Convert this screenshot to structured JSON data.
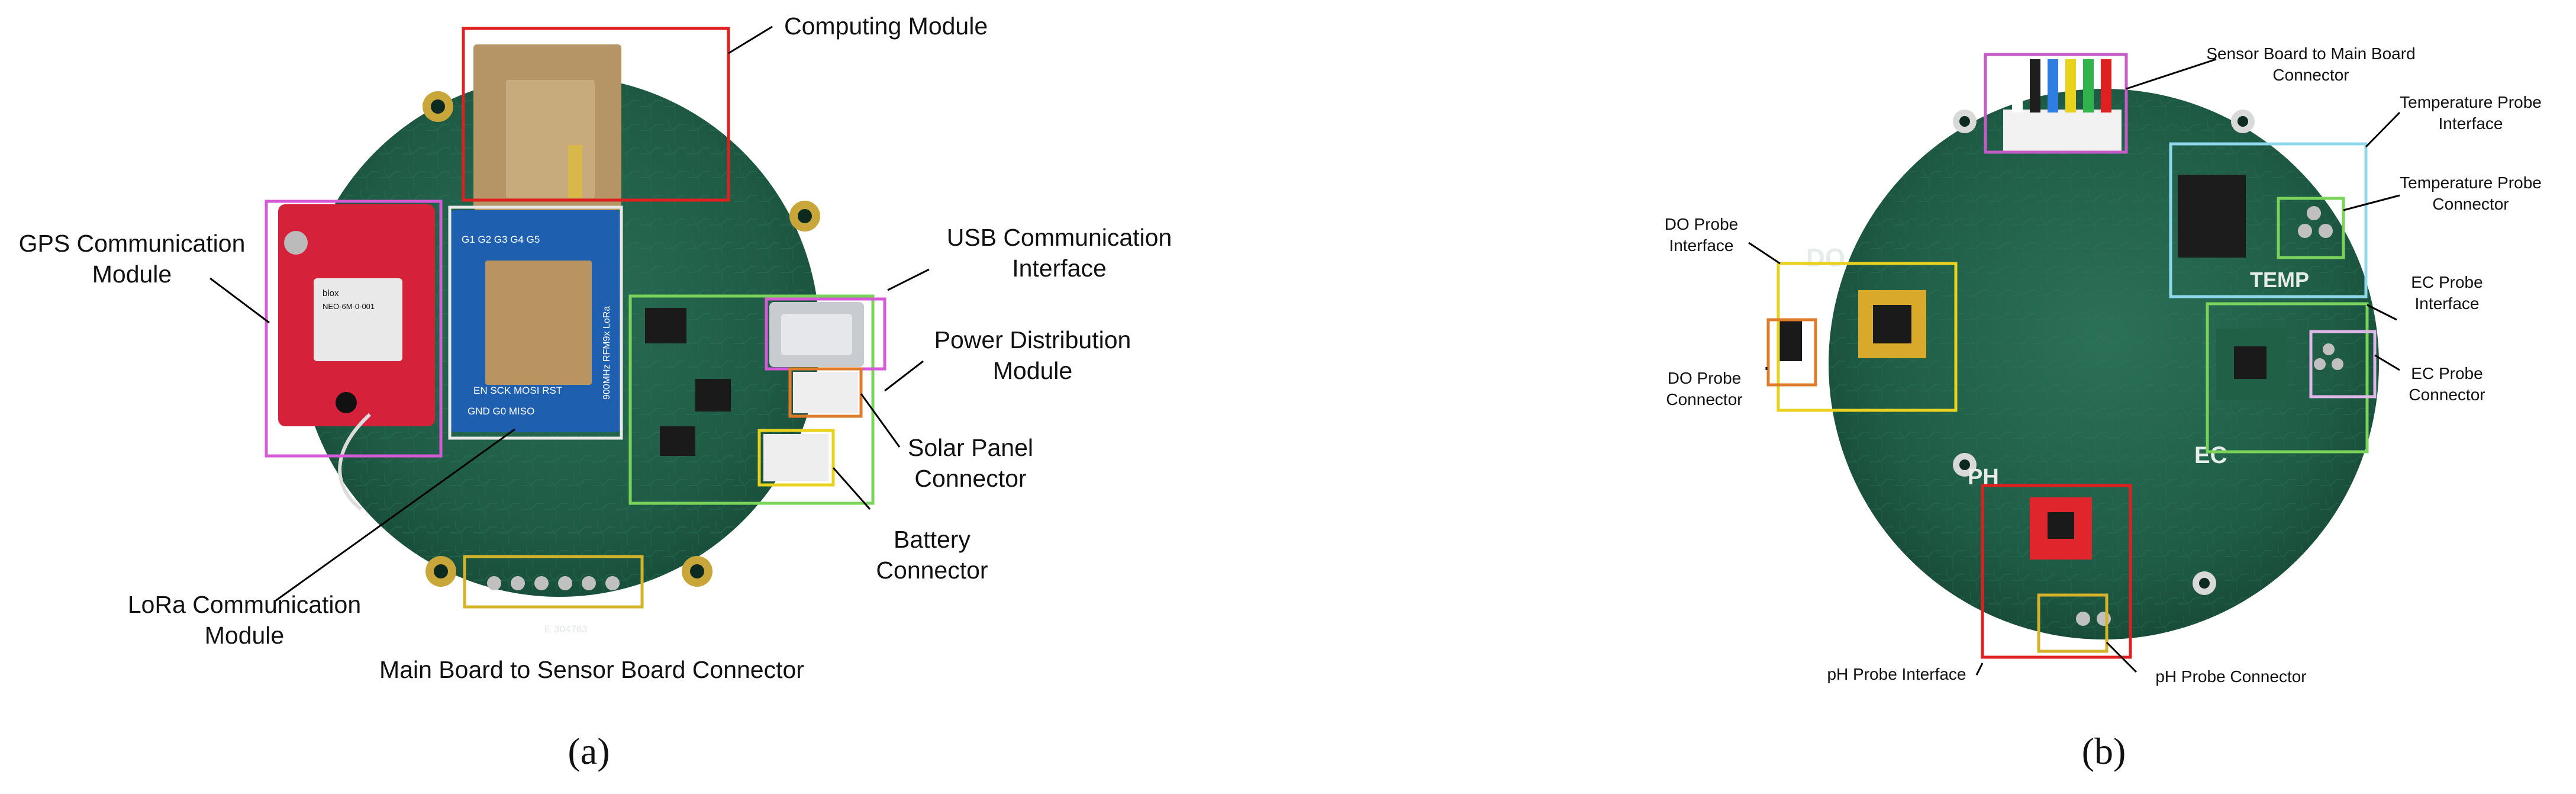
{
  "panels": {
    "a": {
      "tag": "(a)",
      "labels": {
        "computing": "Computing Module",
        "gps_l1": "GPS Communication",
        "gps_l2": "Module",
        "usb_l1": "USB Communication",
        "usb_l2": "Interface",
        "power_l1": "Power Distribution",
        "power_l2": "Module",
        "solar_l1": "Solar Panel",
        "solar_l2": "Connector",
        "battery_l1": "Battery",
        "battery_l2": "Connector",
        "lora_l1": "LoRa  Communication",
        "lora_l2": "Module",
        "main_to_sensor": "Main Board to Sensor Board Connector"
      },
      "board_prints": {
        "lora_module": "900MHz RFM9x LoRa",
        "lora_pins_top": "G1 G2 G3 G4 G5",
        "lora_pins_mid": "EN  SCK  MOSI  RST",
        "lora_pins_bot": "GND  G0  MISO",
        "gps_chip_1": "blox",
        "gps_chip_2": "NEO-6M-0-001",
        "serial": "E 304763"
      }
    },
    "b": {
      "tag": "(b)",
      "labels": {
        "sensor_to_main_l1": "Sensor Board to Main Board",
        "sensor_to_main_l2": "Connector",
        "temp_iface_l1": "Temperature Probe",
        "temp_iface_l2": "Interface",
        "temp_conn_l1": "Temperature Probe",
        "temp_conn_l2": "Connector",
        "do_iface_l1": "DO Probe",
        "do_iface_l2": "Interface",
        "do_conn_l1": "DO Probe",
        "do_conn_l2": "Connector",
        "ec_iface_l1": "EC Probe",
        "ec_iface_l2": "Interface",
        "ec_conn_l1": "EC Probe",
        "ec_conn_l2": "Connector",
        "ph_iface": "pH Probe Interface",
        "ph_conn": "pH Probe Connector"
      },
      "board_prints": {
        "do": "DO",
        "temp": "TEMP",
        "ec": "EC",
        "ph": "PH"
      }
    }
  },
  "colors": {
    "pcb": "#1e5a44",
    "pcb_light": "#2f7a5c",
    "red_box": "#e02020",
    "magenta_box": "#d65ad6",
    "yellow_box": "#e8d21e",
    "green_box": "#7ad35a",
    "cyan_box": "#8fd8ec",
    "orange_box": "#e07b2a",
    "lavender_box": "#e0b8e8",
    "gold_box": "#d4b22a"
  }
}
